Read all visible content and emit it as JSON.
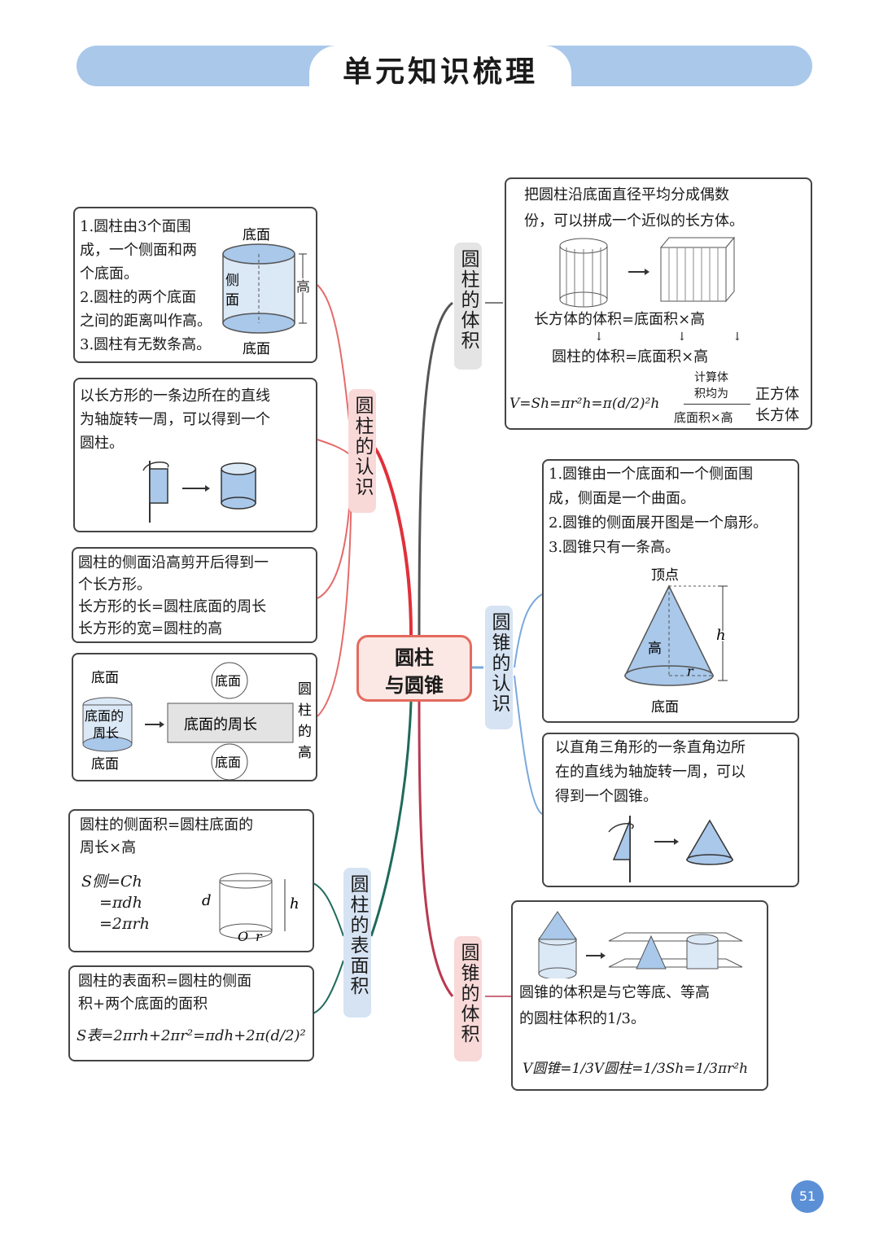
{
  "title": "单元知识梳理",
  "center": {
    "line1": "圆柱",
    "line2": "与圆锥"
  },
  "branches": {
    "cyl_know": "圆柱的认识",
    "cyl_surface": "圆柱的表面积",
    "cyl_volume": "圆柱的体积",
    "cone_know": "圆锥的认识",
    "cone_volume": "圆锥的体积"
  },
  "box1": {
    "lines": [
      "1.圆柱由3个面围",
      "成，一个侧面和两",
      "个底面。",
      "2.圆柱的两个底面",
      "之间的距离叫作高。",
      "3.圆柱有无数条高。"
    ],
    "label_top": "底面",
    "label_side1": "侧",
    "label_side2": "面",
    "label_height": "高",
    "label_bottom": "底面"
  },
  "box2": {
    "lines": [
      "以长方形的一条边所在的直线",
      "为轴旋转一周，可以得到一个",
      "圆柱。"
    ]
  },
  "box3": {
    "lines": [
      "圆柱的侧面沿高剪开后得到一",
      "个长方形。",
      "长方形的长=圆柱底面的周长",
      "长方形的宽=圆柱的高"
    ]
  },
  "box4": {
    "top_left": "底面",
    "circ1": "底面的",
    "circ2": "周长",
    "bottom_left": "底面",
    "top_circle": "底面",
    "rect": "底面的周长",
    "bottom_circle": "底面",
    "height1": "圆",
    "height2": "柱",
    "height3": "的",
    "height4": "高"
  },
  "box5": {
    "lines": [
      "圆柱的侧面积=圆柱底面的",
      "周长×高"
    ],
    "f1": "S侧=Ch",
    "f2": "=πdh",
    "f3": "=2πrh",
    "d": "d",
    "h": "h",
    "o": "O",
    "r": "r"
  },
  "box6": {
    "lines": [
      "圆柱的表面积=圆柱的侧面",
      "积+两个底面的面积"
    ],
    "formula": "S表=2πrh+2πr²=πdh+2π(d/2)²"
  },
  "box7": {
    "lines": [
      "把圆柱沿底面直径平均分成偶数",
      "份，可以拼成一个近似的长方体。"
    ],
    "eq1": "长方体的体积=底面积×高",
    "eq2": "圆柱的体积=底面积×高",
    "calc1": "计算体",
    "calc2": "积均为",
    "calc3": "底面积×高",
    "shape1": "正方体",
    "shape2": "长方体",
    "formula": "V=Sh=πr²h=π(d/2)²h"
  },
  "box8": {
    "lines": [
      "1.圆锥由一个底面和一个侧面围",
      "成，侧面是一个曲面。",
      "2.圆锥的侧面展开图是一个扇形。",
      "3.圆锥只有一条高。"
    ],
    "apex": "顶点",
    "h": "h",
    "height": "高",
    "r": "r",
    "base": "底面"
  },
  "box9": {
    "lines": [
      "以直角三角形的一条直角边所",
      "在的直线为轴旋转一周，可以",
      "得到一个圆锥。"
    ]
  },
  "box10": {
    "lines": [
      "圆锥的体积是与它等底、等高",
      "的圆柱体积的1/3。"
    ],
    "formula": "V圆锥=1/3V圆柱=1/3Sh=1/3πr²h"
  },
  "page_number": "51",
  "colors": {
    "banner": "#a9c8ea",
    "pink": "#f9d8d8",
    "blue": "#d6e3f3",
    "center_border": "#e46a5e",
    "fill": "#a9c8ea"
  }
}
